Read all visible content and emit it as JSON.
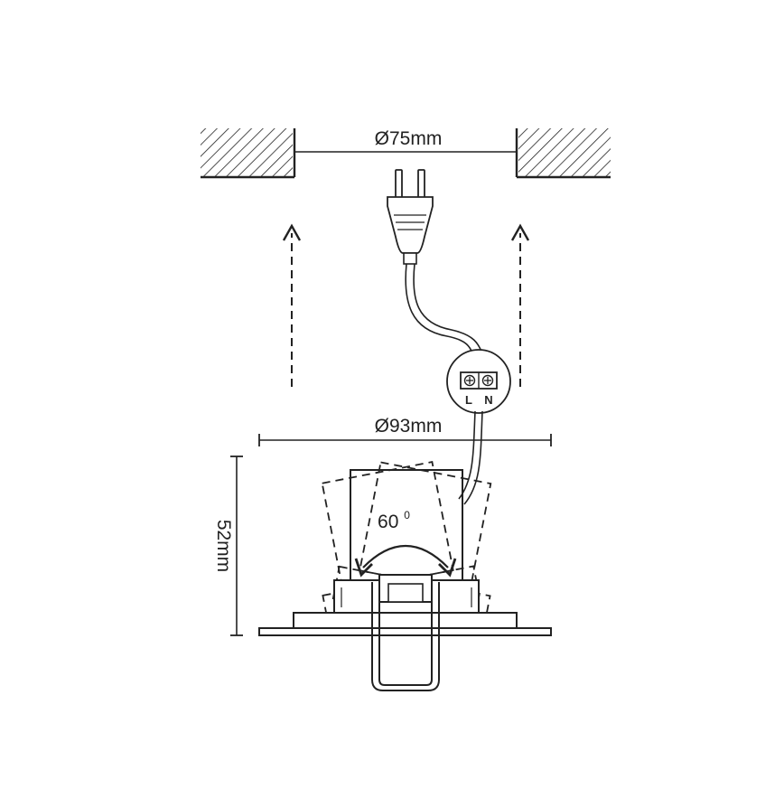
{
  "diagram": {
    "colors": {
      "line": "#222222",
      "background": "#ffffff"
    },
    "labels": {
      "cutout_diameter": "Ø75mm",
      "outer_diameter": "Ø93mm",
      "height": "52mm",
      "tilt_angle_value": "60",
      "tilt_angle_unit": "0",
      "terminal_live": "L",
      "terminal_neutral": "N"
    }
  }
}
